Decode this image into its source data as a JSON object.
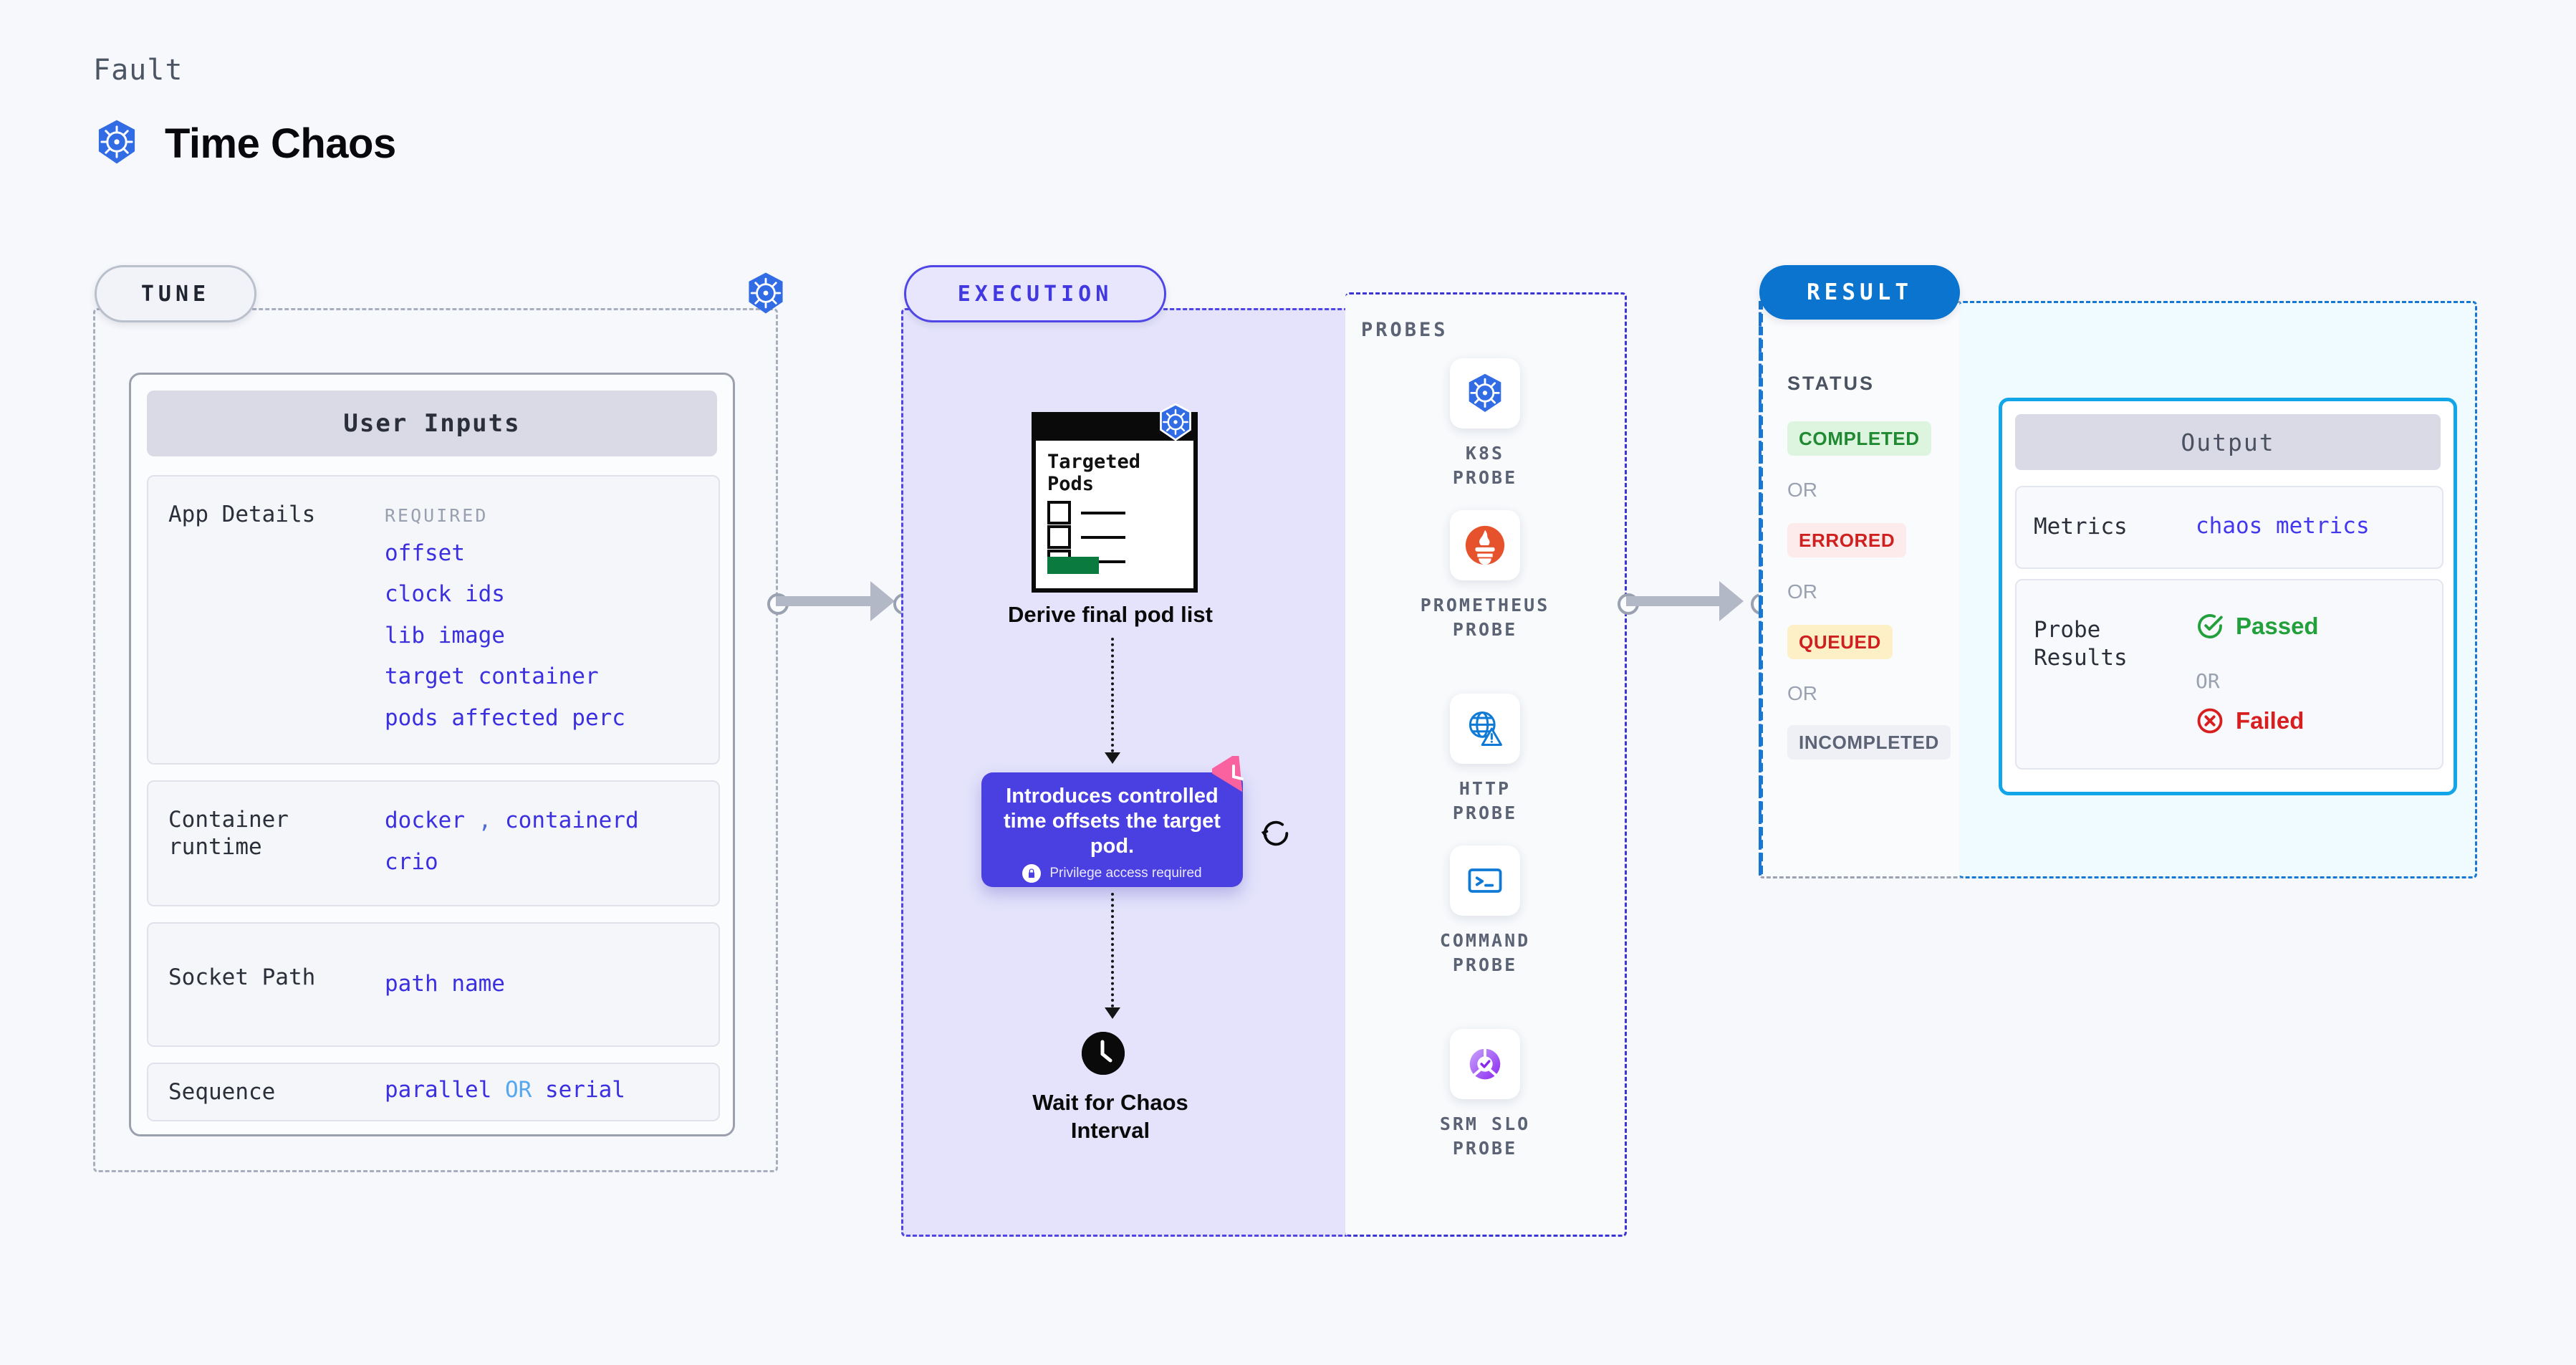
{
  "header": {
    "eyebrow": "Fault",
    "title": "Time Chaos",
    "icon": "kubernetes-icon"
  },
  "stages": {
    "tune": {
      "pill_label": "TUNE",
      "badge_icon": "kubernetes-icon"
    },
    "execution": {
      "pill_label": "EXECUTION"
    },
    "result": {
      "pill_label": "RESULT"
    }
  },
  "tune": {
    "card_title": "User Inputs",
    "rows": [
      {
        "label": "App Details",
        "required_label": "REQUIRED",
        "values": [
          "offset",
          "clock ids",
          "lib image",
          "target container",
          "pods affected perc"
        ]
      },
      {
        "label": "Container\nruntime",
        "values_line1": [
          "docker",
          ",",
          "containerd"
        ],
        "values_line2": [
          "crio"
        ]
      },
      {
        "label": "Socket Path",
        "values": [
          "path name"
        ]
      },
      {
        "label": "Sequence",
        "value_left": "parallel",
        "value_or": "OR",
        "value_right": "serial"
      }
    ]
  },
  "execution": {
    "pods_card": {
      "title": "Targeted\nPods",
      "badge_icon": "kubernetes-icon",
      "checkbox_count": 3,
      "accent_color": "#0b7a3e"
    },
    "derive_label": "Derive final pod list",
    "callout": {
      "text": "Introduces controlled time offsets the target pod.",
      "privilege_note": "Privilege access required",
      "privilege_icon": "lock-icon",
      "badge_icon": "pink-clock-icon",
      "side_icon": "loop-refresh-icon",
      "background": "#4a3fe0"
    },
    "wait": {
      "icon": "clock-icon",
      "label": "Wait for Chaos\nInterval"
    }
  },
  "probes": {
    "title": "PROBES",
    "items": [
      {
        "name": "K8S\nPROBE",
        "icon": "kubernetes-icon"
      },
      {
        "name": "PROMETHEUS\nPROBE",
        "icon": "prometheus-icon"
      },
      {
        "name": "HTTP\nPROBE",
        "icon": "http-globe-icon"
      },
      {
        "name": "COMMAND\nPROBE",
        "icon": "terminal-icon"
      },
      {
        "name": "SRM SLO\nPROBE",
        "icon": "srm-slo-icon"
      }
    ]
  },
  "result": {
    "status_title": "STATUS",
    "or_label": "OR",
    "statuses": [
      {
        "label": "COMPLETED",
        "fg": "#1f8a32",
        "bg": "#ddf5de"
      },
      {
        "label": "ERRORED",
        "fg": "#cf2020",
        "bg": "#fdeaea"
      },
      {
        "label": "QUEUED",
        "fg": "#cf2020",
        "bg": "#fdf0c6"
      },
      {
        "label": "INCOMPLETED",
        "fg": "#5b6375",
        "bg": "#eef0f5"
      }
    ],
    "output": {
      "title": "Output",
      "metrics_label": "Metrics",
      "metrics_value": "chaos metrics",
      "probe_label": "Probe\nResults",
      "passed_label": "Passed",
      "passed_color": "#22a03b",
      "failed_label": "Failed",
      "failed_color": "#d81f1f",
      "or_label": "OR"
    }
  },
  "colors": {
    "accent_indigo": "#4f46e5",
    "accent_blue": "#0b74cf",
    "accent_cyan": "#12a5e8",
    "value_indigo": "#3b2fe0",
    "k8s_blue": "#326ce5"
  }
}
